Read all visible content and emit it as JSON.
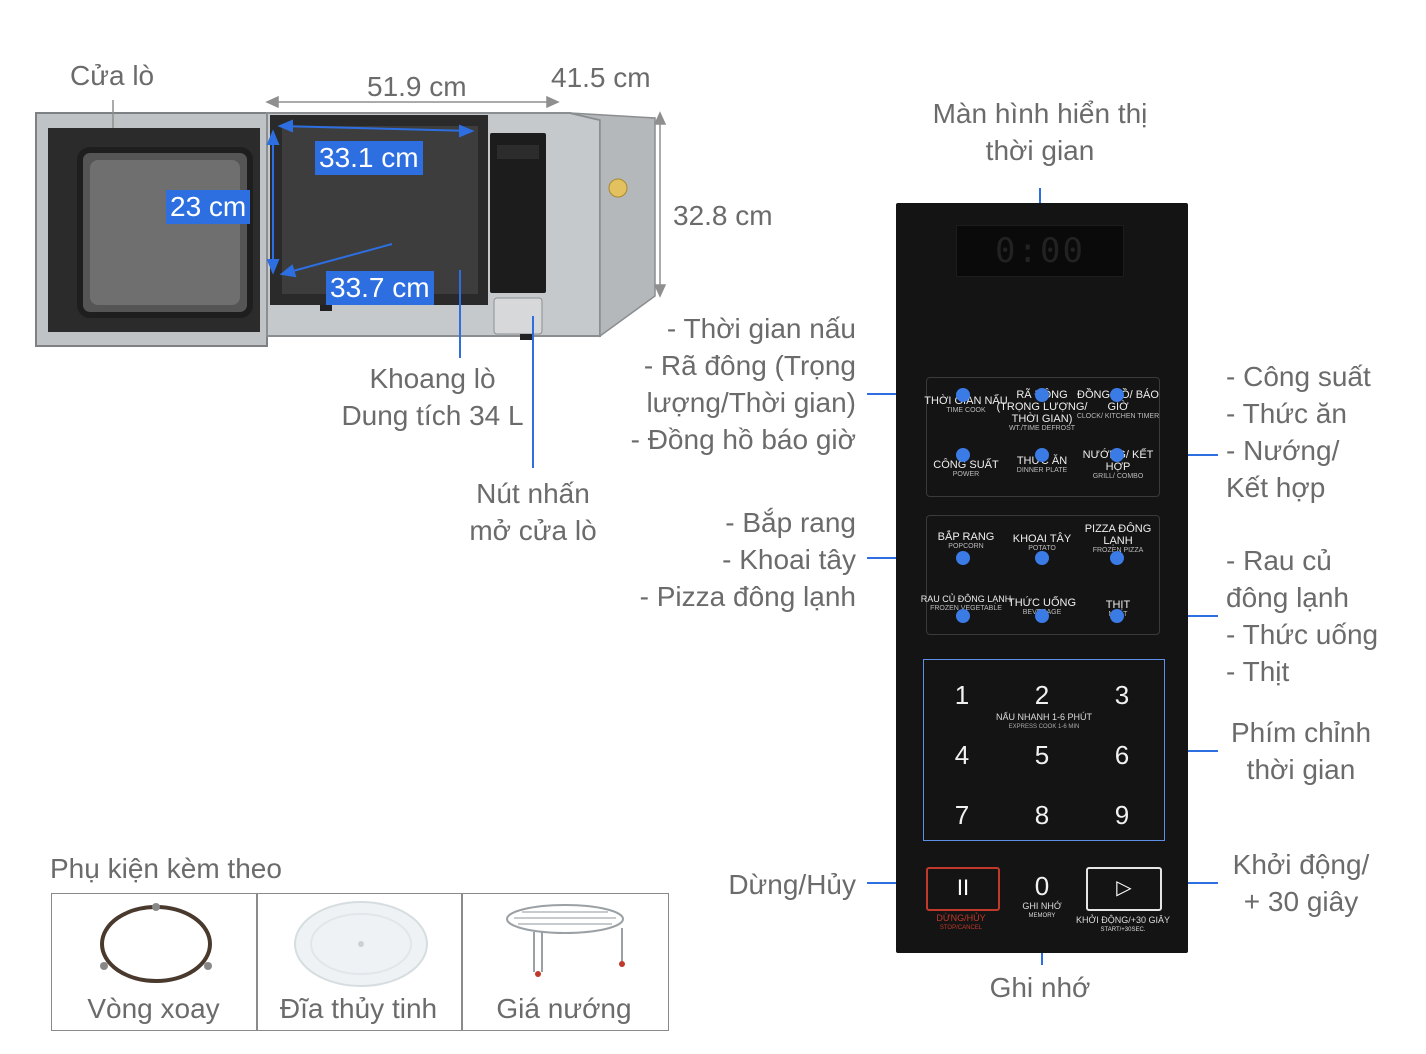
{
  "labels": {
    "door": "Cửa lò",
    "width": "51.9 cm",
    "depth": "41.5 cm",
    "height": "32.8 cm",
    "cavity_width": "33.1 cm",
    "cavity_height": "23 cm",
    "cavity_depth": "33.7 cm",
    "cavity_title": "Khoang lò",
    "capacity": "Dung tích 34 L",
    "door_button": "Nút nhấn\nmở cửa lò",
    "display": "Màn hình hiển thị\nthời gian",
    "group1": "- Thời gian nấu\n- Rã đông (Trọng\nlượng/Thời gian)\n- Đồng hồ báo giờ",
    "group2": "- Công suất\n- Thức ăn\n- Nướng/\nKết hợp",
    "group3": "- Bắp rang\n- Khoai tây\n- Pizza đông lạnh",
    "group4": "- Rau củ\nđông lạnh\n- Thức uống\n- Thịt",
    "numpad": "Phím chỉnh\nthời gian",
    "stop": "Dừng/Hủy",
    "start": "Khởi động/\n+ 30 giây",
    "memory": "Ghi nhớ"
  },
  "accessories": {
    "title": "Phụ kiện kèm theo",
    "items": [
      "Vòng xoay",
      "Đĩa thủy tinh",
      "Giá nướng"
    ]
  },
  "panel": {
    "display_text": "0:00",
    "keys_row1": [
      {
        "main": "THỜI GIAN NẤU",
        "sub": "TIME COOK"
      },
      {
        "main": "RÃ ĐÔNG (TRỌNG LƯỢNG/ THỜI GIAN)",
        "sub": "WT./TIME DEFROST"
      },
      {
        "main": "ĐỒNG HỒ/ BÁO GIỜ",
        "sub": "CLOCK/ KITCHEN TIMER"
      }
    ],
    "keys_row2": [
      {
        "main": "CÔNG SUẤT",
        "sub": "POWER"
      },
      {
        "main": "THỨC ĂN",
        "sub": "DINNER PLATE"
      },
      {
        "main": "NƯỚNG/ KẾT HỢP",
        "sub": "GRILL/ COMBO"
      }
    ],
    "keys_row3": [
      {
        "main": "BẮP RANG",
        "sub": "POPCORN"
      },
      {
        "main": "KHOAI TÂY",
        "sub": "POTATO"
      },
      {
        "main": "PIZZA ĐÔNG LẠNH",
        "sub": "FROZEN PIZZA"
      }
    ],
    "keys_row4": [
      {
        "main": "RAU CỦ ĐÔNG LẠNH",
        "sub": "FROZEN VEGETABLE"
      },
      {
        "main": "THỨC UỐNG",
        "sub": "BEVERAGE"
      },
      {
        "main": "THỊT",
        "sub": "MEAT"
      }
    ],
    "digits": [
      "1",
      "2",
      "3",
      "4",
      "5",
      "6",
      "7",
      "8",
      "9"
    ],
    "express_main": "NẤU NHANH 1-6 PHÚT",
    "express_sub": "EXPRESS COOK 1-6 MIN",
    "stop_symbol": "II",
    "stop_main": "DỪNG/HỦY",
    "stop_sub": "STOP/CANCEL",
    "zero": "0",
    "memory_main": "GHI NHỚ",
    "memory_sub": "MEMORY",
    "start_symbol": "▷",
    "start_main": "KHỞI ĐỘNG/+30 GIÂY",
    "start_sub": "START/+30SEC."
  },
  "colors": {
    "accent": "#2d6fe0",
    "panel": "#141414",
    "stop": "#c0392b"
  }
}
